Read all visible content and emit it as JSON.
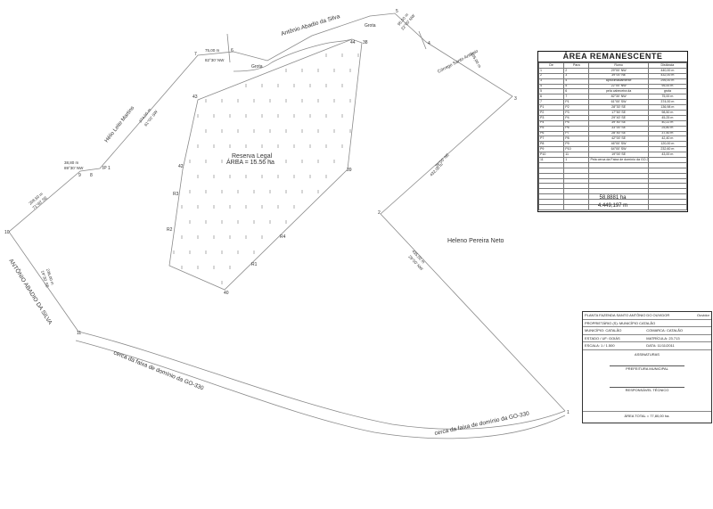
{
  "map": {
    "neighbors": {
      "north": "Antônio Abadio da Silva",
      "northwest": "Hélio Leite Martins",
      "west": "ANTÔNIO ABADIO DA SILVA",
      "east": "Heleno Pereira Neto"
    },
    "labels": {
      "grota_1": "Grota",
      "grota_2": "Grota",
      "corrego": "Córrego Santo Antônio",
      "fence_1": "cerca da faixa de domínio da GO-330",
      "fence_2": "cerca da faixa de domínio da GO-330",
      "reserva_title": "Reserva Legal",
      "reserva_area": "ÁREA = 15.56 ha"
    },
    "vertices": {
      "v1": "1",
      "v2": "2",
      "v3": "3",
      "v4": "4",
      "v5": "5",
      "v6": "6",
      "v7": "7",
      "v8": "8",
      "v9": "9",
      "v10": "10",
      "v11": "11",
      "v38": "38",
      "v39": "39",
      "v40": "40",
      "v42": "42",
      "v43": "43",
      "v44": "44",
      "r1": "R1",
      "r2": "R2",
      "r3": "R3",
      "r4": "R4",
      "ip1": "IP 1"
    },
    "segments": {
      "s_5_6_dist": "95,00 m",
      "s_5_6_az": "22°00' NW",
      "s_6_7_dist": "75,00 m",
      "s_6_7_az": "82°30' NW",
      "s_4_3_dist": "295,00 m",
      "s_7_8_dist": "374,00 m",
      "s_7_8_az": "61°00' SW",
      "s_8_9_dist": "38,80 m",
      "s_8_9_az": "89°30' NW",
      "s_9_10_dist": "208,50 m",
      "s_9_10_az": "71°40' SE",
      "s_3_2_dist": "432,00 m",
      "s_3_2_az": "39°00' NE",
      "s_2_1_dist": "435,00 m",
      "s_2_1_az": "29°00' NW",
      "s_10_11_dist": "236,00 m",
      "s_10_11_az": "19°30' SE"
    }
  },
  "remaining_area": {
    "title": "ÁREA REMANESCENTE",
    "headers": [
      "De",
      "Para",
      "Rumo",
      "Distância"
    ],
    "rows": [
      [
        "1",
        "2",
        "29°00' NW",
        "440,00 m"
      ],
      [
        "2",
        "3",
        "39°00' NE",
        "432,00 m"
      ],
      [
        "3",
        "4",
        "aproximadamente",
        "295,00 m"
      ],
      [
        "4",
        "5",
        "22°00' NW",
        "95,00 m"
      ],
      [
        "5",
        "6",
        "pela cabeceira da",
        "grota"
      ],
      [
        "6",
        "7",
        "82°30' NW",
        "75,00 m"
      ],
      [
        "7",
        "P1",
        "61°00' SW",
        "374,00 m"
      ],
      [
        "P1",
        "P2",
        "28°30' SE",
        "136,98 m"
      ],
      [
        "P2",
        "P3",
        "17°50' SE",
        "98,50 m"
      ],
      [
        "P3",
        "P4",
        "29°40' SE",
        "45,25 m"
      ],
      [
        "P4",
        "P5",
        "39°40' SE",
        "40,22 m"
      ],
      [
        "P5",
        "P6",
        "33°00' SE",
        "25,80 m"
      ],
      [
        "P6",
        "P7",
        "28°40' SE",
        "37,50 m"
      ],
      [
        "P7",
        "P8",
        "42°00' SE",
        "42,40 m"
      ],
      [
        "P8",
        "P9",
        "46°00' SW",
        "120,00 m"
      ],
      [
        "P9",
        "P10",
        "64°00' SW",
        "232,60 m"
      ],
      [
        "P10",
        "11",
        "19°00' SE",
        "43,00 m"
      ],
      [
        "11",
        "1",
        "Pela cerca da Faixa de domínio da GO-330",
        ""
      ],
      [
        "",
        "",
        "",
        ""
      ],
      [
        "",
        "",
        "",
        ""
      ],
      [
        "",
        "",
        "",
        ""
      ],
      [
        "",
        "",
        "",
        ""
      ],
      [
        "",
        "",
        "",
        ""
      ],
      [
        "",
        "",
        "",
        ""
      ],
      [
        "",
        "",
        "",
        ""
      ],
      [
        "",
        "",
        "",
        ""
      ],
      [
        "",
        "",
        "",
        ""
      ]
    ],
    "total_area": "58,8881 ha",
    "total_perimeter": "4.449,197 m"
  },
  "title_block": {
    "property": "PLANTA FAZENDA SANTO ANTÔNIO DO OUVIDOR",
    "code": "Ouvidor",
    "owner": "PROPRIETÁRIO (S): MUNICÍPIO CATALÃO",
    "municipality": "MUNICÍPIO: CATALÃO",
    "comarca": "COMARCA: CATALÃO",
    "state": "ESTADO / UF:  GOIÁS",
    "registry": "MATRÍCULA: 23.713",
    "scale": "ESCALA: 1 / 1.500",
    "date": "DATA:      11/11/2011",
    "signatures_title": "ASSINATURAS",
    "sign_1": "PREFEITURA MUNICIPAL",
    "sign_2": "RESPONSÁVEL TÉCNICO",
    "total_area": "ÁREA TOTAL = 77,80,00 ha."
  }
}
